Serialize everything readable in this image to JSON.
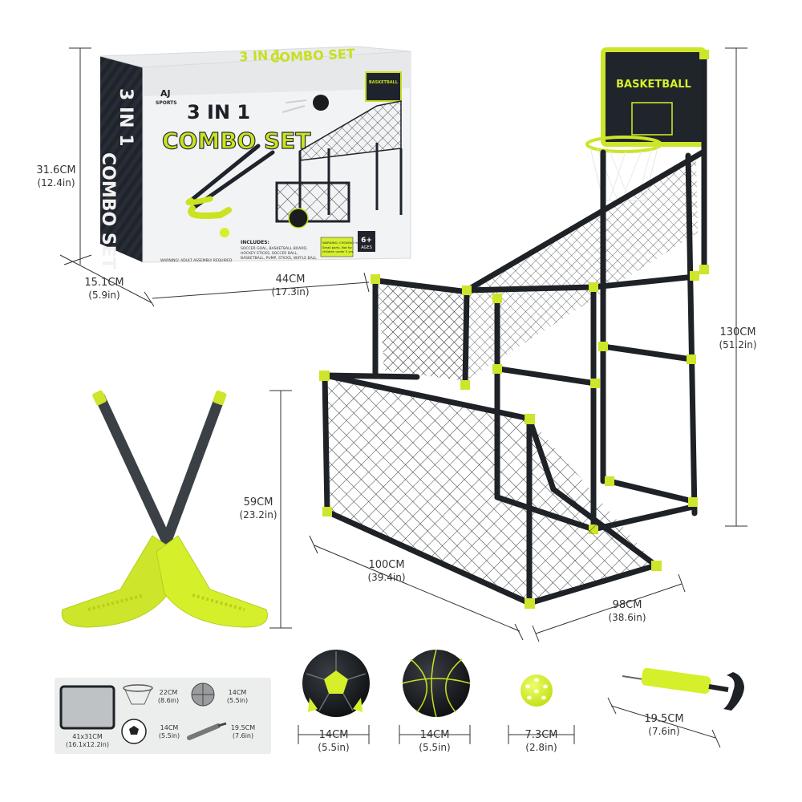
{
  "colors": {
    "accent": "#d6ef2b",
    "frame": "#1e2226",
    "net": "#3a3f44",
    "dim_line": "#333333"
  },
  "box": {
    "title_top": "3 IN 1",
    "title_top_2": "COMBO SET",
    "headline_1": "3 IN 1",
    "headline_2": "COMBO SET",
    "side_1": "3 IN 1",
    "side_2": "COMBO SET",
    "brand": "SPORTS",
    "logo": "AJ",
    "age_number": "6+",
    "age_label": "AGES",
    "includes_title": "INCLUDES:",
    "includes_lines": [
      "SOCCER GOAL, BASKETBALL BOARD,",
      "HOCKEY STICKS, SOCCER BALL,",
      "BASKETBALL, PUMP, STICKS, WIFFLE BALL"
    ],
    "warning_label": "WARNING: CHOKING HAZARD",
    "warning_lines": [
      "Small parts. Not for",
      "children under 3 yrs."
    ],
    "assembly_note": "WARNING! ADULT ASSEMBLY REQUIRED",
    "board_label": "BASKETBALL"
  },
  "product": {
    "board_label": "BASKETBALL"
  },
  "dimensions": {
    "box_height": {
      "cm": "31.6CM",
      "in": "(12.4in)"
    },
    "box_depth": {
      "cm": "15.1CM",
      "in": "(5.9in)"
    },
    "box_width": {
      "cm": "44CM",
      "in": "(17.3in)"
    },
    "total_height": {
      "cm": "130CM",
      "in": "(51.2in)"
    },
    "goal_height": {
      "cm": "59CM",
      "in": "(23.2in)"
    },
    "length": {
      "cm": "100CM",
      "in": "(39.4in)"
    },
    "width": {
      "cm": "98CM",
      "in": "(38.6in)"
    },
    "soccer_ball": {
      "cm": "14CM",
      "in": "(5.5in)"
    },
    "basketball": {
      "cm": "14CM",
      "in": "(5.5in)"
    },
    "wiffle_ball": {
      "cm": "7.3CM",
      "in": "(2.8in)"
    },
    "pump": {
      "cm": "19.5CM",
      "in": "(7.6in)"
    }
  },
  "inset": {
    "backboard": {
      "cm": "41x31CM",
      "in": "(16.1x12.2in)"
    },
    "hoop": {
      "cm": "22CM",
      "in": "(8.6in)"
    },
    "basketball": {
      "cm": "14CM",
      "in": "(5.5in)"
    },
    "soccer_ball": {
      "cm": "14CM",
      "in": "(5.5in)"
    },
    "pump": {
      "cm": "19.5CM",
      "in": "(7.6in)"
    }
  }
}
